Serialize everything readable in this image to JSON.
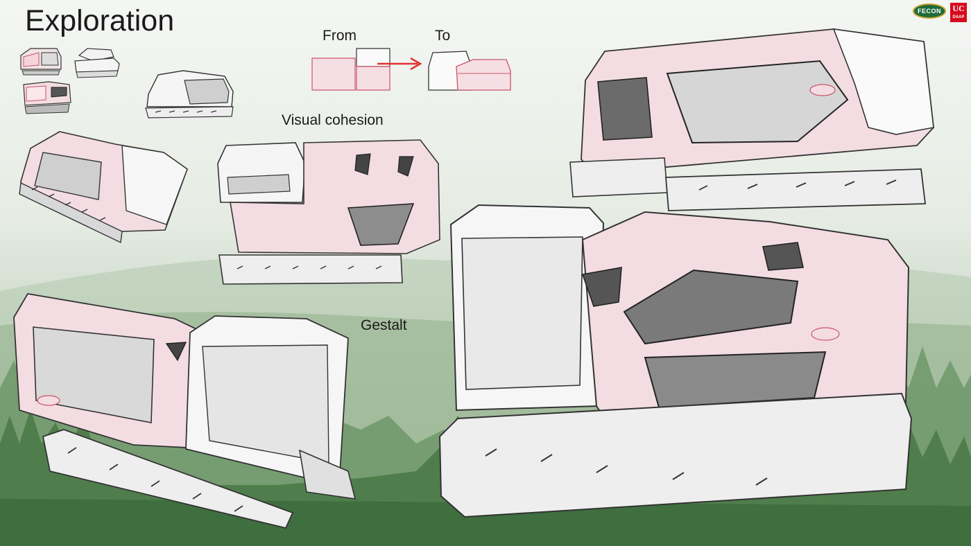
{
  "title": "Exploration",
  "labels": {
    "from": "From",
    "to": "To",
    "visual_cohesion": "Visual cohesion",
    "gestalt": "Gestalt"
  },
  "logos": {
    "fecon": "FECON",
    "uc_mark": "UC",
    "daap": "DAAP"
  },
  "colors": {
    "accent_red": "#d8536b",
    "arrow_red": "#e0322e",
    "forest_green": "#3f6e3f",
    "sketch_ink": "#3a3a3a"
  }
}
